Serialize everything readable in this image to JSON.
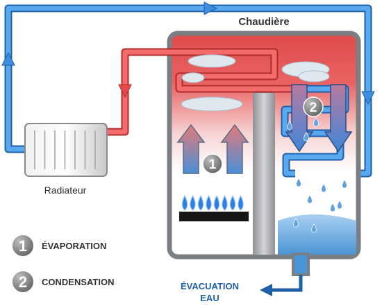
{
  "title": "Chaudière",
  "radiator_label": "Radiateur",
  "drain_label_line1": "ÉVACUATION",
  "drain_label_line2": "EAU",
  "stages": [
    {
      "number": "1",
      "label": "ÉVAPORATION"
    },
    {
      "number": "2",
      "label": "CONDENSATION"
    }
  ],
  "colors": {
    "cold_pipe": "#3d8ee0",
    "hot_pipe": "#e84848",
    "boiler_hot": "#e85454",
    "water": "#4a95d6",
    "flame": "#2e7fe0",
    "label_blue": "#1f5fa8"
  },
  "icons": [
    "flame-icon",
    "cloud-icon",
    "droplet-icon",
    "arrow-up-icon",
    "arrow-down-icon",
    "drain-arrow-icon"
  ]
}
